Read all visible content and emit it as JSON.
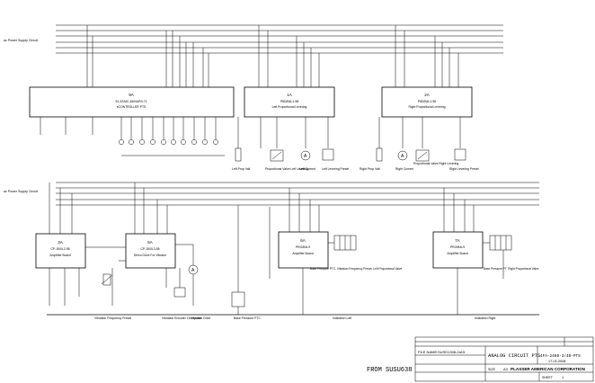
{
  "supply_labels": {
    "upper": "ac Power Supply Circuit",
    "lower": "ac Power Supply Circuit"
  },
  "stamp_text": "FROM SUSU638",
  "blocks": {
    "plc": {
      "id": "9A",
      "line1": "91-32/MC-45/I/A/R/I-71",
      "line2": "eCONTROLLER PTS"
    },
    "left_prop": {
      "id": "1A",
      "line1": "P8D/B4L1-98",
      "line2": "Left Proportional Levering"
    },
    "right_prop": {
      "id": "2A",
      "line1": "P8D/B4L1-98",
      "line2": "Right Proportional Levering"
    },
    "amp1": {
      "id": "3A",
      "line1": "CP-15/0L2-98",
      "line2": "Amplifier Board"
    },
    "servo": {
      "id": "5A",
      "line1": "CP-15/0L3-98",
      "line2": "Servo Drive For Vibrator"
    },
    "amp_left": {
      "id": "6A",
      "line1": "PRO/B4L9",
      "line2": "Amplifier Board"
    },
    "amp_right": {
      "id": "7A",
      "line1": "PRO/B4L9",
      "line2": "Amplifier Board"
    }
  },
  "captions": {
    "left_prop_1": "Left Prop Valt",
    "left_prop_2": "Proportional Valve Left Levering",
    "left_current": "Left Current",
    "left_lever": "Left Levering Preset",
    "right_prop_1": "Right Prop Valt",
    "right_current": "Right Current",
    "right_prop_2": "Proportional Valve Right Levering",
    "right_lever": "Right Levering Preset",
    "vib_freq": "Vibration Frequency Preset",
    "vib_encoder": "Vibration Encoder 16 impulse",
    "vib_drive": "Vibration Drive",
    "base_pressure": "Base Pressure PTC",
    "ind_left": "Indication Left",
    "ind_right": "Indication Right",
    "note_left": "Base Pressure PTC, Vibration Frequency Preset, Left Proportional Valve",
    "note_right": "Base Pressure PT, Right Proportional Valve"
  },
  "title_block": {
    "file_name_label": "FILE NAME:",
    "file_name": "SUSD1308-2a15",
    "title": "ANALOG CIRCUIT PTS",
    "drawing_no": "4FA-2460-3/40-PTS",
    "date": "17-01-2008",
    "company": "PLASSER AMERICAN CORPORATION",
    "size_label": "SIZE",
    "size": "A3",
    "sheet_label": "SHEET",
    "sheet": "1"
  }
}
